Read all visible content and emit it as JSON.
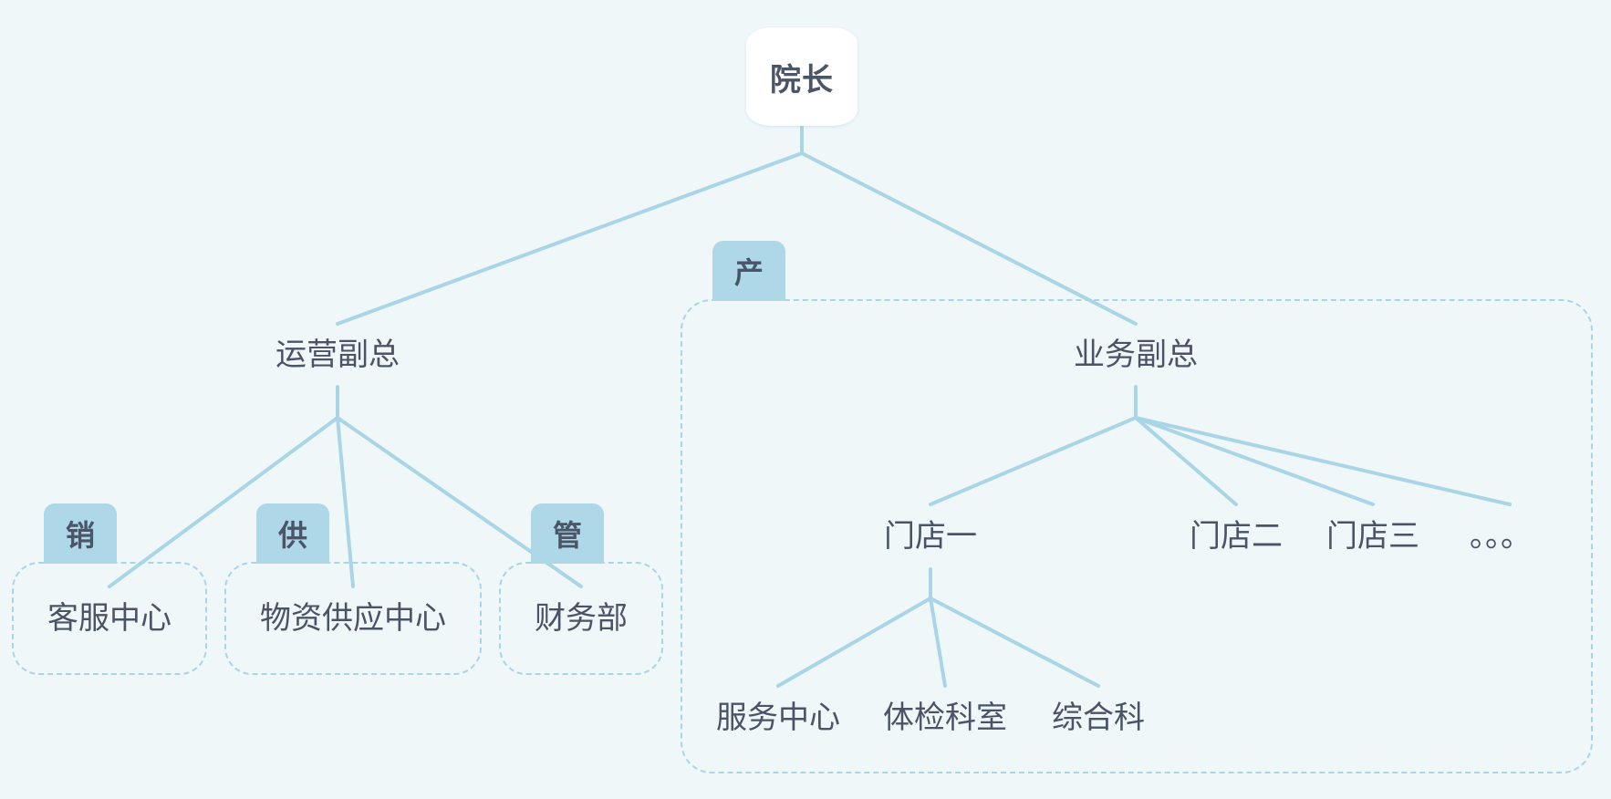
{
  "colors": {
    "background": "#eff7f9",
    "connector": "#a9d5e6",
    "tab_fill": "#aed8e8",
    "text": "#4a5466",
    "root_fill": "#ffffff"
  },
  "root": {
    "label": "院长"
  },
  "ops_vp": {
    "label": "运营副总",
    "children": [
      {
        "label": "客服中心",
        "tag": "销"
      },
      {
        "label": "物资供应中心",
        "tag": "供"
      },
      {
        "label": "财务部",
        "tag": "管"
      }
    ]
  },
  "biz_vp": {
    "label": "业务副总",
    "tag": "产",
    "stores": [
      {
        "label": "门店一",
        "children": [
          {
            "label": "服务中心"
          },
          {
            "label": "体检科室"
          },
          {
            "label": "综合科"
          }
        ]
      },
      {
        "label": "门店二"
      },
      {
        "label": "门店三"
      },
      {
        "label": "。。。"
      }
    ]
  }
}
